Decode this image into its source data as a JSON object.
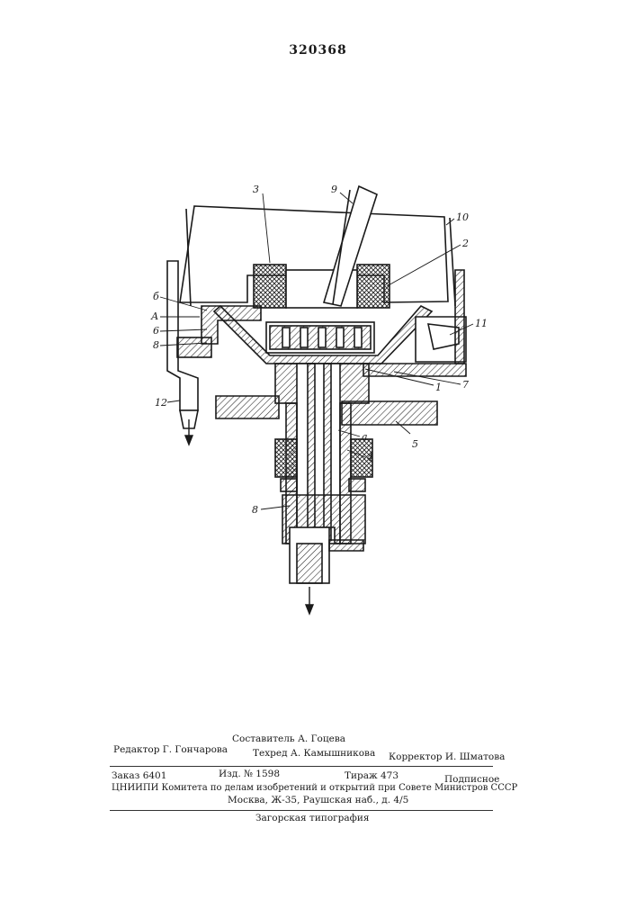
{
  "patent_number": "320368",
  "figure_labels": {
    "l1": "1",
    "l2": "2",
    "l3": "3",
    "l4": "4",
    "l5": "5",
    "l7": "7",
    "l8a": "8",
    "l8b": "8",
    "l9": "9",
    "l10": "10",
    "l11": "11",
    "l12": "12",
    "la": "а",
    "lA": "А",
    "lb": "б",
    "l6": "6"
  },
  "imprint": {
    "compiler": "Составитель А. Гоцева",
    "editor": "Редактор Г. Гончарова",
    "techred": "Техред А. Камышникова",
    "corrector": "Корректор И. Шматова",
    "order": "Заказ 6401",
    "edition": "Изд. № 1598",
    "print_run": "Тираж 473",
    "subscription": "Подписное",
    "institute": "ЦНИИПИ Комитета по делам изобретений и открытий при Совете Министров СССР",
    "address": "Москва, Ж-35, Раушская наб., д. 4/5",
    "printer": "Загорская типография"
  }
}
